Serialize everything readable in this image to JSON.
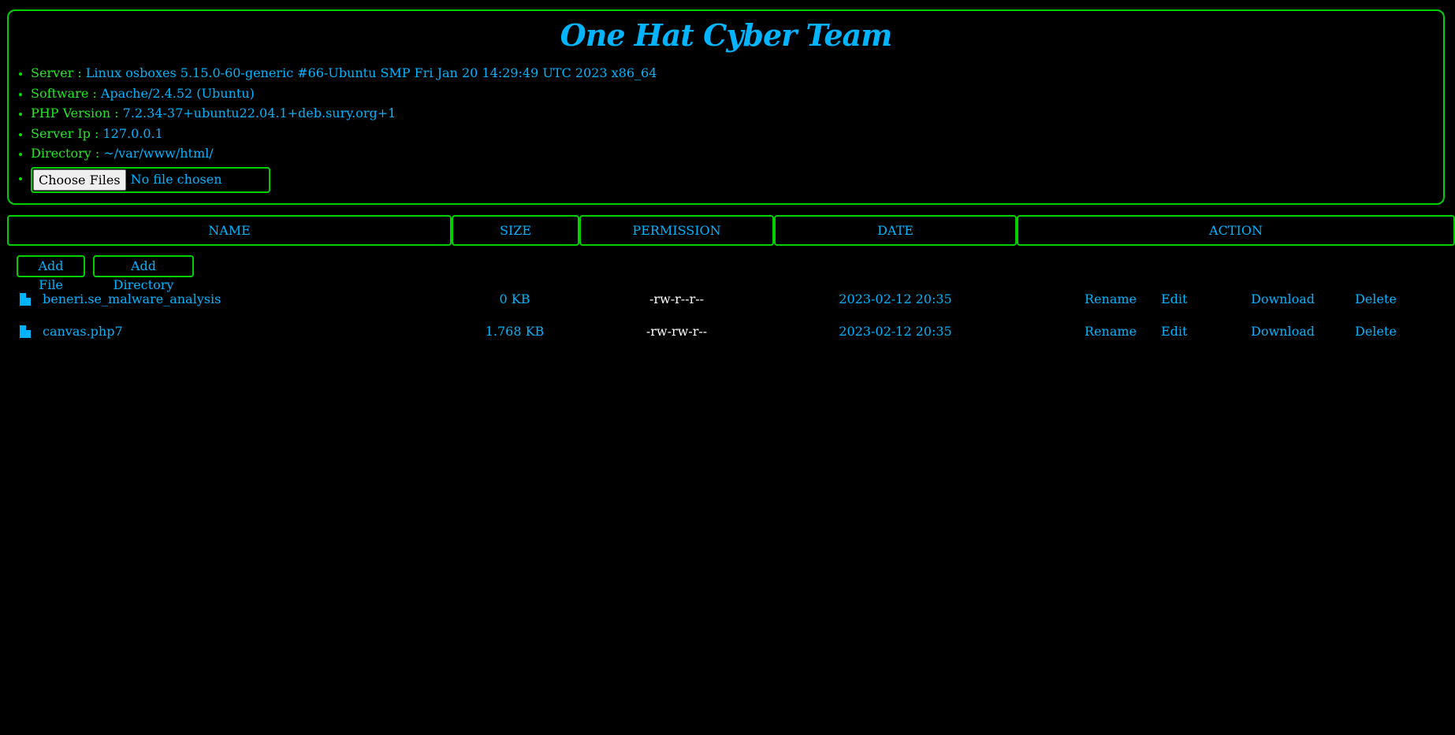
{
  "header": {
    "title": "One Hat Cyber Team"
  },
  "info": {
    "server_label": "Server : ",
    "server_value": "Linux osboxes 5.15.0-60-generic #66-Ubuntu SMP Fri Jan 20 14:29:49 UTC 2023 x86_64",
    "software_label": "Software : ",
    "software_value": "Apache/2.4.52 (Ubuntu)",
    "php_label": "PHP Version : ",
    "php_value": "7.2.34-37+ubuntu22.04.1+deb.sury.org+1",
    "ip_label": "Server Ip : ",
    "ip_value": "127.0.0.1",
    "dir_label": "Directory : ",
    "dir_value": "~/var/www/html/"
  },
  "upload": {
    "choose_label": "Choose Files",
    "status": "No file chosen"
  },
  "table": {
    "columns": [
      "NAME",
      "SIZE",
      "PERMISSION",
      "DATE",
      "ACTION"
    ]
  },
  "toolbar": {
    "add_file": "Add File",
    "add_directory": "Add Directory"
  },
  "files": [
    {
      "name": "beneri.se_malware_analysis",
      "size": "0 KB",
      "permission": "-rw-r--r--",
      "date": "2023-02-12 20:35",
      "rename": "Rename",
      "edit": "Edit",
      "download": "Download",
      "delete": "Delete"
    },
    {
      "name": "canvas.php7",
      "size": "1.768 KB",
      "permission": "-rw-rw-r--",
      "date": "2023-02-12 20:35",
      "rename": "Rename",
      "edit": "Edit",
      "download": "Download",
      "delete": "Delete"
    }
  ],
  "colors": {
    "background": "#000000",
    "border_green": "#00d000",
    "text_blue": "#00b4ff",
    "label_green": "#22e622",
    "permission_white": "#ffffff"
  },
  "icons": {
    "file": "file-icon"
  }
}
